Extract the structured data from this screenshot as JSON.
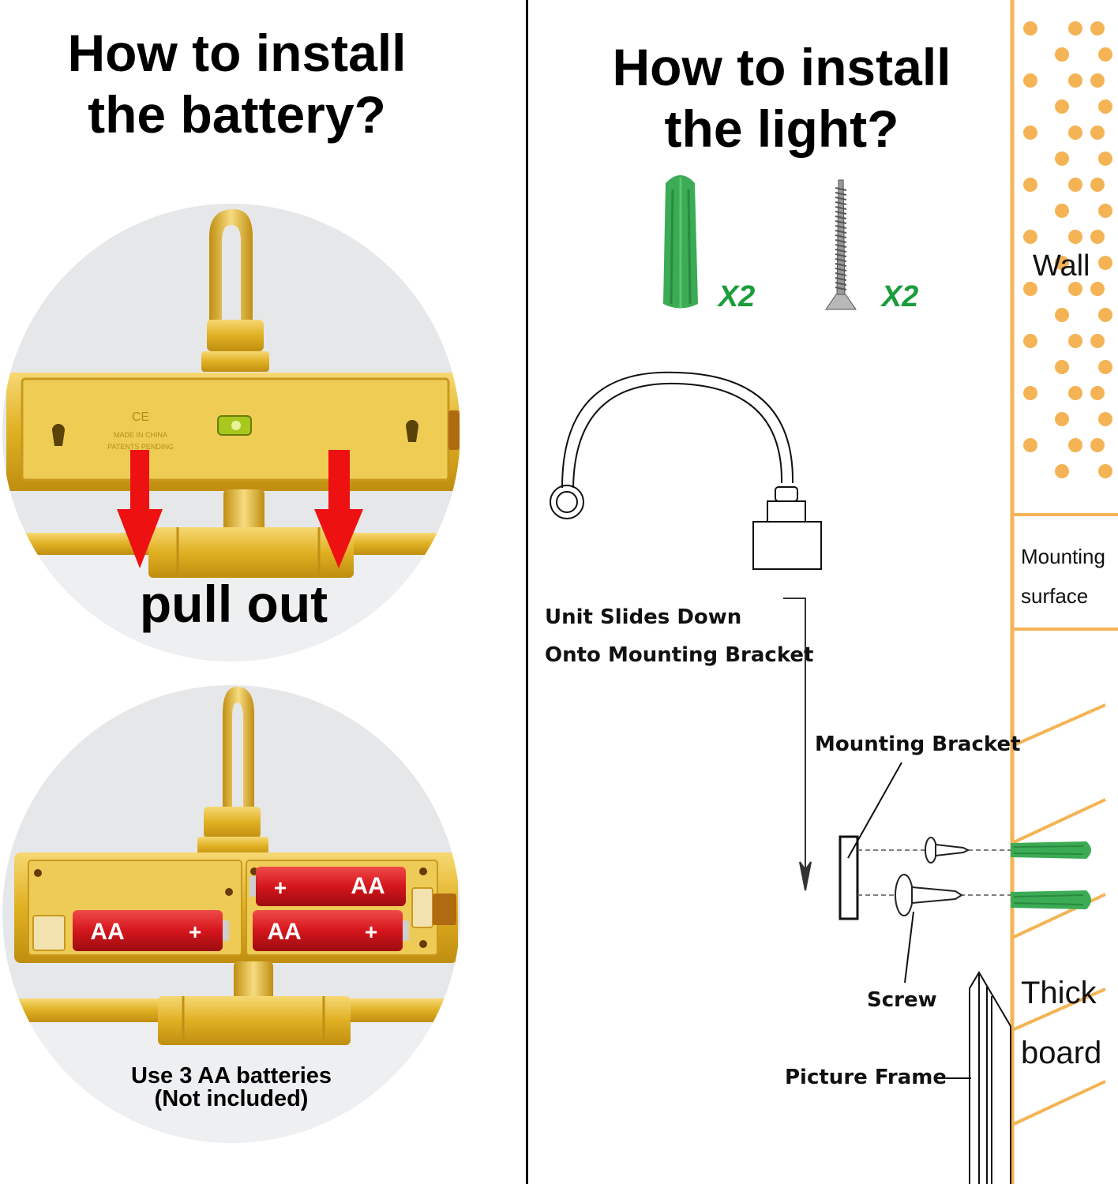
{
  "battery": {
    "title_line1": "How to install",
    "title_line2": "the battery?",
    "pull_out": "pull out",
    "box_text1": "MADE IN CHINA",
    "box_text2": "PATENTS PENDING",
    "ce_mark": "CE",
    "batteries": [
      {
        "label": "AA",
        "sign": "+"
      },
      {
        "label": "AA",
        "sign": "+"
      },
      {
        "label": "AA",
        "sign": "+"
      }
    ],
    "note_line1": "Use 3 AA batteries",
    "note_line2": "(Not included)"
  },
  "light": {
    "title_line1": "How to install",
    "title_line2": "the light?",
    "anchor_qty": "X2",
    "screw_qty": "X2",
    "unit_slides_line1": "Unit Slides Down",
    "unit_slides_line2": "Onto Mounting Bracket",
    "mounting_bracket": "Mounting Bracket",
    "screw": "Screw",
    "picture_frame": "Picture Frame"
  },
  "wall": {
    "wall_label": "Wall",
    "mounting_surface_line1": "Mounting",
    "mounting_surface_line2": "surface",
    "thick_board_line1": "Thick",
    "thick_board_line2": "board"
  },
  "colors": {
    "gold": "#e0b023",
    "red_arrow": "#ee1111",
    "battery_red": "#d4161c",
    "green_anchor": "#3cab55",
    "wall_orange": "#f4b455",
    "qty_green": "#1a9d3a"
  }
}
